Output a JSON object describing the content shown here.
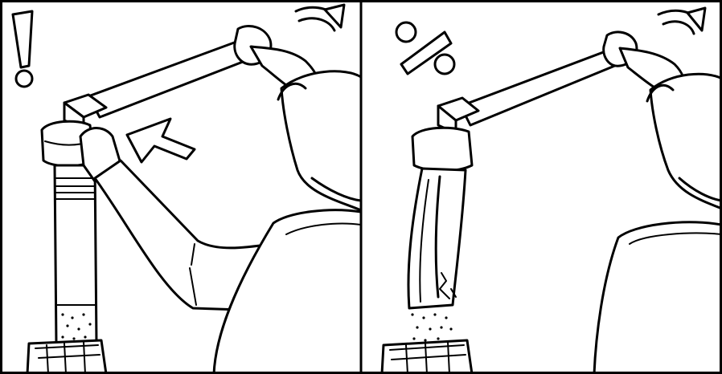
{
  "colors": {
    "ink": "#000000",
    "paper": "#ffffff"
  },
  "panels": [
    {
      "id": "left",
      "symbol_icon": "exclamation-mark-icon",
      "meaning": "warning"
    },
    {
      "id": "right",
      "symbol_icon": "percent-sign-icon",
      "meaning": "damage-result"
    }
  ]
}
